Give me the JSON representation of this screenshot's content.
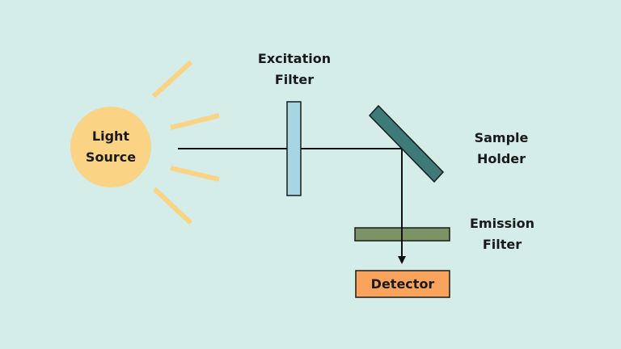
{
  "diagram": {
    "light_source": {
      "line1": "Light",
      "line2": "Source"
    },
    "excitation_filter": {
      "line1": "Excitation",
      "line2": "Filter"
    },
    "sample_holder": {
      "line1": "Sample",
      "line2": "Holder"
    },
    "emission_filter": {
      "line1": "Emission",
      "line2": "Filter"
    },
    "detector": {
      "label": "Detector"
    }
  },
  "colors": {
    "background": "#d4ede8",
    "light_source": "#fbd384",
    "rays": "#fbd384",
    "excitation_filter": "#a6d6e2",
    "sample_holder": "#3d7a78",
    "emission_filter": "#7a9465",
    "detector": "#f9a35c",
    "beam": "#111111"
  }
}
